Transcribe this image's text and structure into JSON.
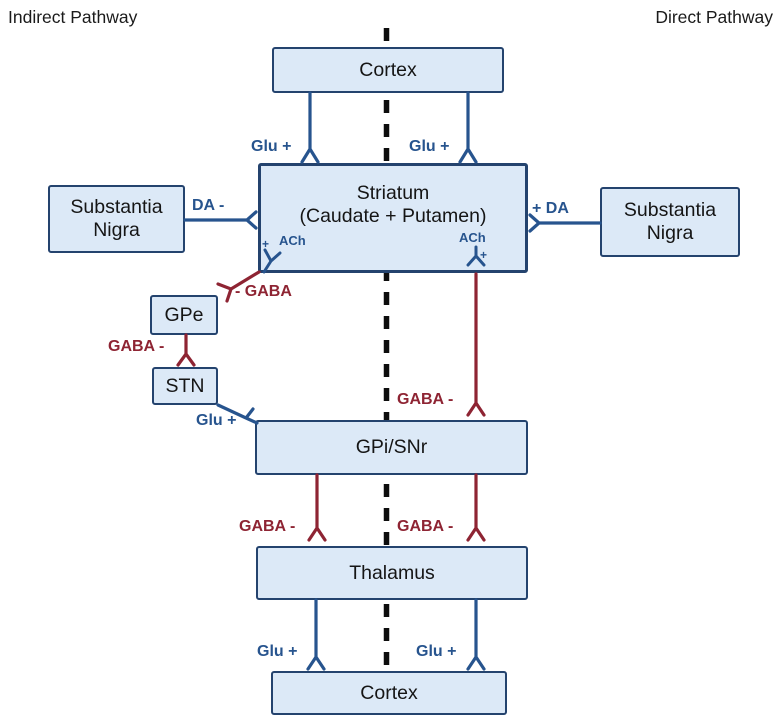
{
  "titles": {
    "left": "Indirect Pathway",
    "right": "Direct Pathway"
  },
  "nodes": {
    "cortex_top": "Cortex",
    "striatum_title": "Striatum",
    "striatum_subtitle": "(Caudate + Putamen)",
    "substantia_nigra_left": "Substantia Nigra",
    "substantia_nigra_right": "Substantia Nigra",
    "gpe": "GPe",
    "stn": "STN",
    "gpi_snr": "GPi/SNr",
    "thalamus": "Thalamus",
    "cortex_bottom": "Cortex"
  },
  "edge_labels": {
    "cortex_striatum_left": "Glu +",
    "cortex_striatum_right": "Glu +",
    "sn_striatum_left": "DA -",
    "sn_striatum_right": "+ DA",
    "ach_left_sign": "+",
    "ach_left": "ACh",
    "ach_right": "ACh",
    "ach_right_sign": "+",
    "striatum_gpe": "- GABA",
    "gpe_stn": "GABA -",
    "stn_gpi": "Glu +",
    "striatum_gpi": "GABA -",
    "gpi_thalamus_left": "GABA -",
    "gpi_thalamus_right": "GABA -",
    "thalamus_cortex_left": "Glu +",
    "thalamus_cortex_right": "Glu +"
  },
  "colors": {
    "excitatory": "#27548e",
    "inhibitory": "#8e2433",
    "node_fill": "#dce9f7",
    "node_border": "#24436e",
    "midline": "#0d0d0d"
  }
}
